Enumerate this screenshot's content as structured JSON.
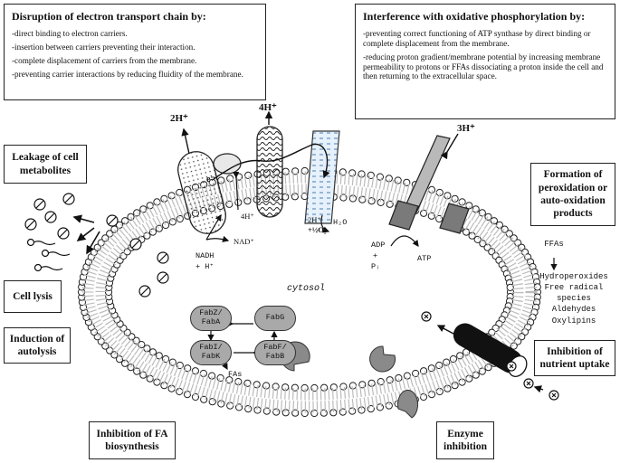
{
  "etc_box": {
    "title": "Disruption of electron transport chain by:",
    "items": [
      "-direct binding to electron carriers.",
      "-insertion between carriers preventing their interaction.",
      "-complete displacement of carriers from the membrane.",
      "-preventing carrier interactions by reducing fluidity of the membrane."
    ]
  },
  "oxphos_box": {
    "title": "Interference with oxidative phosphorylation by:",
    "items": [
      "-preventing correct functioning of ATP synthase by direct binding or complete displacement from the membrane.",
      "-reducing proton gradient/membrane potential by increasing membrane permeability to protons or FFAs dissociating a proton inside the cell and then returning to the extracellular space."
    ]
  },
  "labels": {
    "leakage": "Leakage of cell metabolites",
    "lysis": "Cell lysis",
    "autolysis": "Induction of autolysis",
    "fa_biosynthesis": "Inhibition of FA biosynthesis",
    "enzyme": "Enzyme inhibition",
    "nutrient": "Inhibition of nutrient uptake",
    "peroxidation": "Formation of peroxidation or auto-oxidation products"
  },
  "diagram": {
    "h2": "2H⁺",
    "h4": "4H⁺",
    "h3": "3H⁺",
    "e": "e⁻",
    "h4_small": "4H⁺",
    "nad": "NAD⁺",
    "nadh1": "NADH",
    "nadh2": "+ H⁺",
    "h2o_left": "2H⁺",
    "h2o_o2": "+½O₂",
    "h2o": "H₂O",
    "adp1": "ADP",
    "adp2": "+",
    "adp3": "Pᵢ",
    "atp": "ATP",
    "cytosol": "cytosol"
  },
  "enzymes": {
    "fabz": "FabZ/ FabA",
    "fabg": "FabG",
    "fabi": "FabI/ FabK",
    "fabf": "FabF/ FabB",
    "fas": "FAs"
  },
  "ffa_products": {
    "head": "FFAs",
    "items": [
      "Hydroperoxides",
      "Free radical",
      "species",
      "Aldehydes",
      "Oxylipins"
    ]
  }
}
